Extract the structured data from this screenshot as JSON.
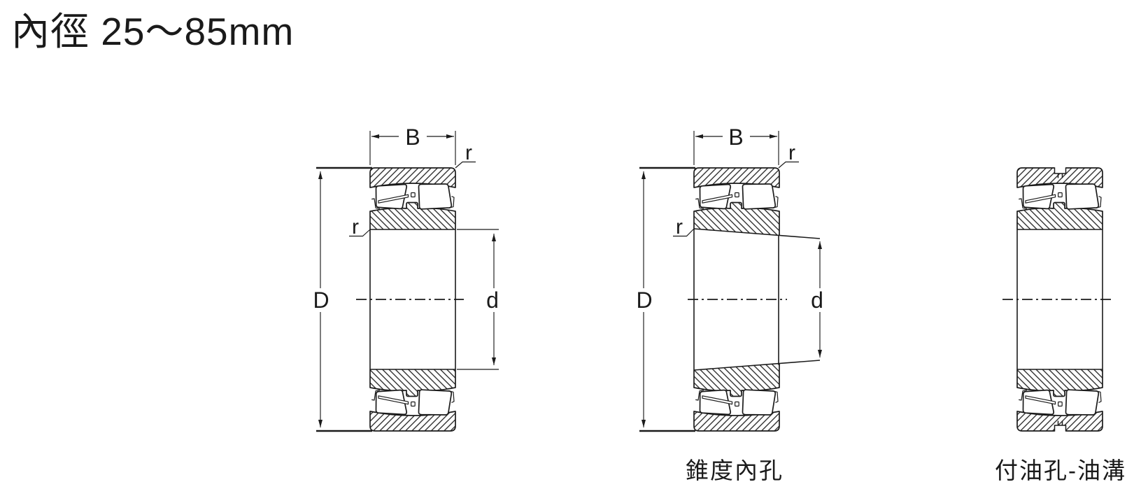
{
  "title": "內徑 25～85mm",
  "dims": {
    "B": "B",
    "D": "D",
    "d": "d",
    "r": "r"
  },
  "captions": {
    "tapered": "錐度內孔",
    "oil": "付油孔-油溝"
  }
}
